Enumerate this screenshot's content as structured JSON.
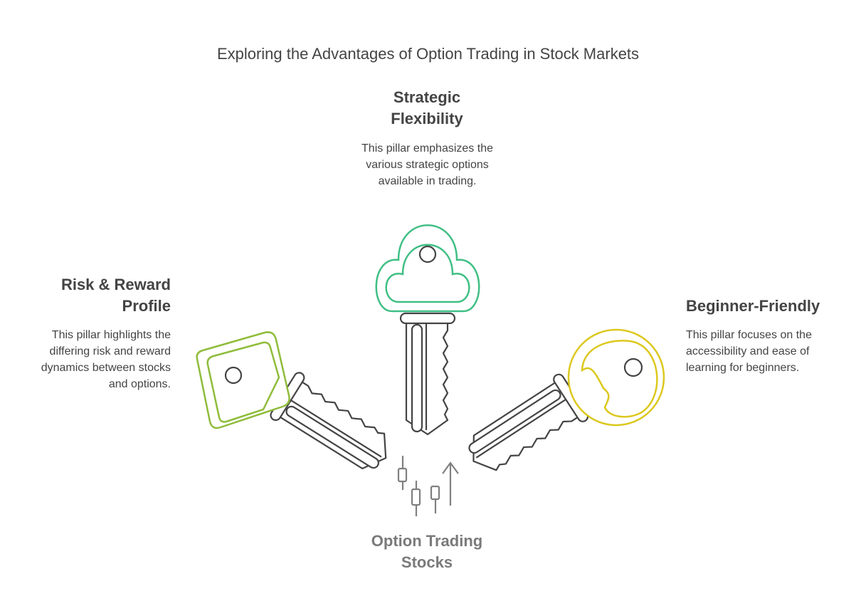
{
  "title": "Exploring the Advantages of Option Trading in Stock Markets",
  "pillars": [
    {
      "heading": "Strategic Flexibility",
      "description": "This pillar emphasizes the various strategic options available in trading.",
      "color": "#3fbf84"
    },
    {
      "heading": "Risk & Reward Profile",
      "description": "This pillar highlights the differing risk and reward dynamics between stocks and options.",
      "color": "#8fbc3a"
    },
    {
      "heading": "Beginner-Friendly",
      "description": "This pillar focuses on the accessibility and ease of learning for beginners.",
      "color": "#dcc81e"
    }
  ],
  "center": {
    "label": "Option Trading Stocks",
    "icon": "candlestick-chart-icon"
  }
}
